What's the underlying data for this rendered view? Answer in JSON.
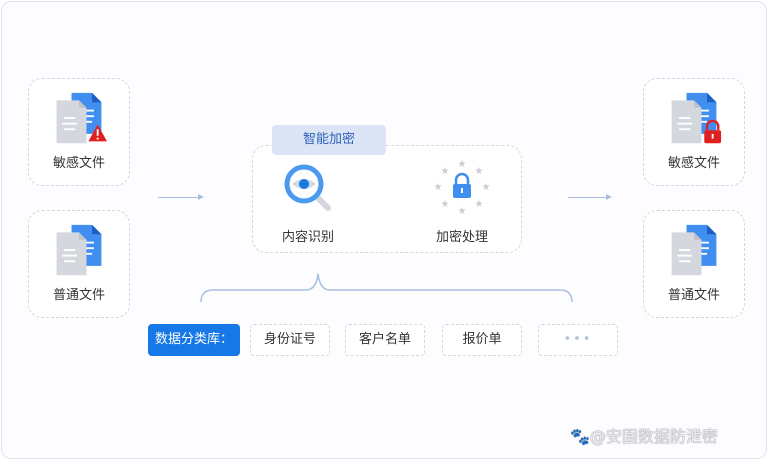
{
  "files_in": [
    {
      "label": "敏感文件",
      "icon": "sensitive-file-warning-icon"
    },
    {
      "label": "普通文件",
      "icon": "file-icon"
    }
  ],
  "files_out": [
    {
      "label": "敏感文件",
      "icon": "sensitive-file-lock-icon"
    },
    {
      "label": "普通文件",
      "icon": "file-icon"
    }
  ],
  "process": {
    "title": "智能加密",
    "steps": [
      {
        "label": "内容识别",
        "icon": "magnifier-eye-icon"
      },
      {
        "label": "加密处理",
        "icon": "lock-stars-icon"
      }
    ]
  },
  "library": {
    "label": "数据分类库：",
    "items": [
      "身份证号",
      "客户名单",
      "报价单"
    ],
    "more": "•••"
  },
  "watermark": "@安固数据防泄密",
  "colors": {
    "accent": "#1677e6",
    "doc_blue": "#3f8ef0",
    "doc_gray": "#d4d7dd",
    "warn": "#e02020"
  }
}
